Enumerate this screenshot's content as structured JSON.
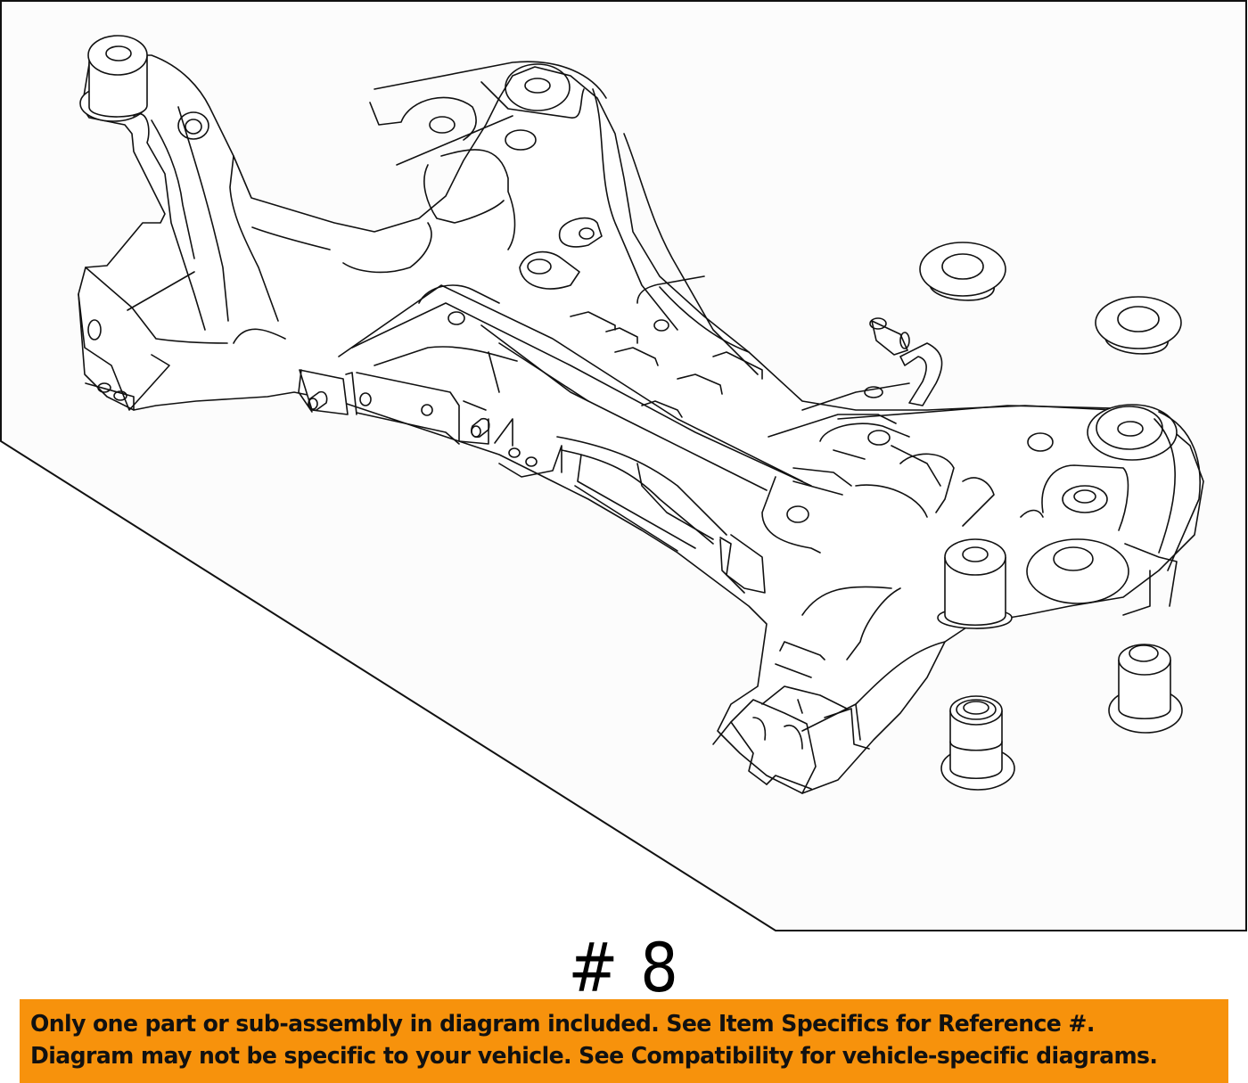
{
  "diagram": {
    "subject": "front-suspension-crossmember-subframe",
    "background_panel_color": "#fcfcfc",
    "outline_color": "#111111",
    "reference_number_label": "# 8",
    "parts": [
      {
        "name": "subframe-crossmember",
        "type": "main-assembly"
      },
      {
        "name": "mount-bushing-upper-left",
        "type": "bushing"
      },
      {
        "name": "mount-bushing-upper-right",
        "type": "bushing"
      },
      {
        "name": "mount-bushing-lower-left",
        "type": "bushing"
      },
      {
        "name": "mount-bushing-lower-right",
        "type": "bushing"
      },
      {
        "name": "hose-fitting",
        "type": "fitting"
      }
    ]
  },
  "disclaimer": {
    "background_color": "#f7920c",
    "text_color": "#111111",
    "line1": "Only one part or sub-assembly in diagram included. See Item Specifics for Reference #.",
    "line2": "Diagram may not be specific to your vehicle. See Compatibility for vehicle-specific diagrams."
  }
}
